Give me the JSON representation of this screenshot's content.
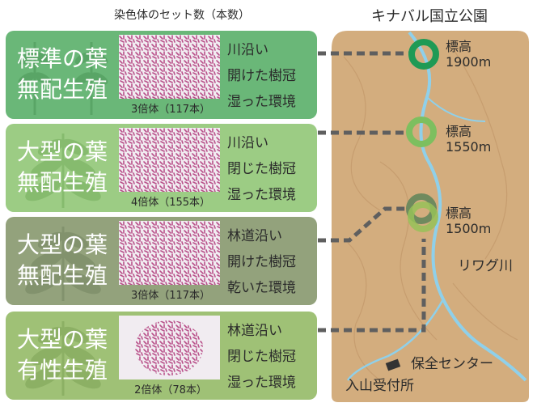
{
  "header": {
    "left_title": "染色体のセット数（本数）",
    "right_title": "キナバル国立公園"
  },
  "cards": [
    {
      "title_line1": "標準の葉",
      "title_line2": "無配生殖",
      "caption": "3倍体（117本）",
      "features": [
        "川沿い",
        "開けた樹冠",
        "湿った環境"
      ],
      "bg_color": "#6ab778"
    },
    {
      "title_line1": "大型の葉",
      "title_line2": "無配生殖",
      "caption": "4倍体（155本）",
      "features": [
        "川沿い",
        "閉じた樹冠",
        "湿った環境"
      ],
      "bg_color": "#9ccc84"
    },
    {
      "title_line1": "大型の葉",
      "title_line2": "無配生殖",
      "caption": "3倍体（117本）",
      "features": [
        "林道沿い",
        "開けた樹冠",
        "乾いた環境"
      ],
      "bg_color": "#93a27c"
    },
    {
      "title_line1": "大型の葉",
      "title_line2": "有性生殖",
      "caption": "2倍体（78本）",
      "features": [
        "林道沿い",
        "閉じた樹冠",
        "湿った環境"
      ],
      "bg_color": "#9fc176"
    }
  ],
  "map": {
    "sites": [
      {
        "label_line1": "標高",
        "label_line2": "1900m",
        "ring_color": "#1f9a55"
      },
      {
        "label_line1": "標高",
        "label_line2": "1550m",
        "ring_color": "#7dbf5f"
      },
      {
        "label_line1": "標高",
        "label_line2": "1500m",
        "ring_color": "#6f8a5e"
      }
    ],
    "river_label": "リワグ川",
    "center_label": "保全センター",
    "entrance_label": "入山受付所",
    "land_color": "#d3ad7e",
    "river_color": "#8fd0ea",
    "path_color": "#5f5f5f"
  }
}
